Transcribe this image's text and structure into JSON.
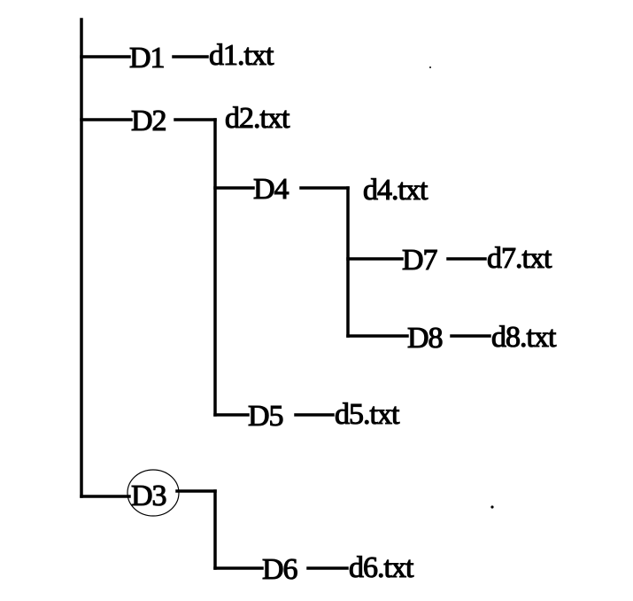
{
  "directories": {
    "D1": "D1",
    "D2": "D2",
    "D3": "D3",
    "D4": "D4",
    "D5": "D5",
    "D6": "D6",
    "D7": "D7",
    "D8": "D8"
  },
  "files": {
    "d1": "d1.txt",
    "d2": "d2.txt",
    "d4": "d4.txt",
    "d5": "d5.txt",
    "d6": "d6.txt",
    "d7": "d7.txt",
    "d8": "d8.txt"
  },
  "highlighted_node": "D3"
}
